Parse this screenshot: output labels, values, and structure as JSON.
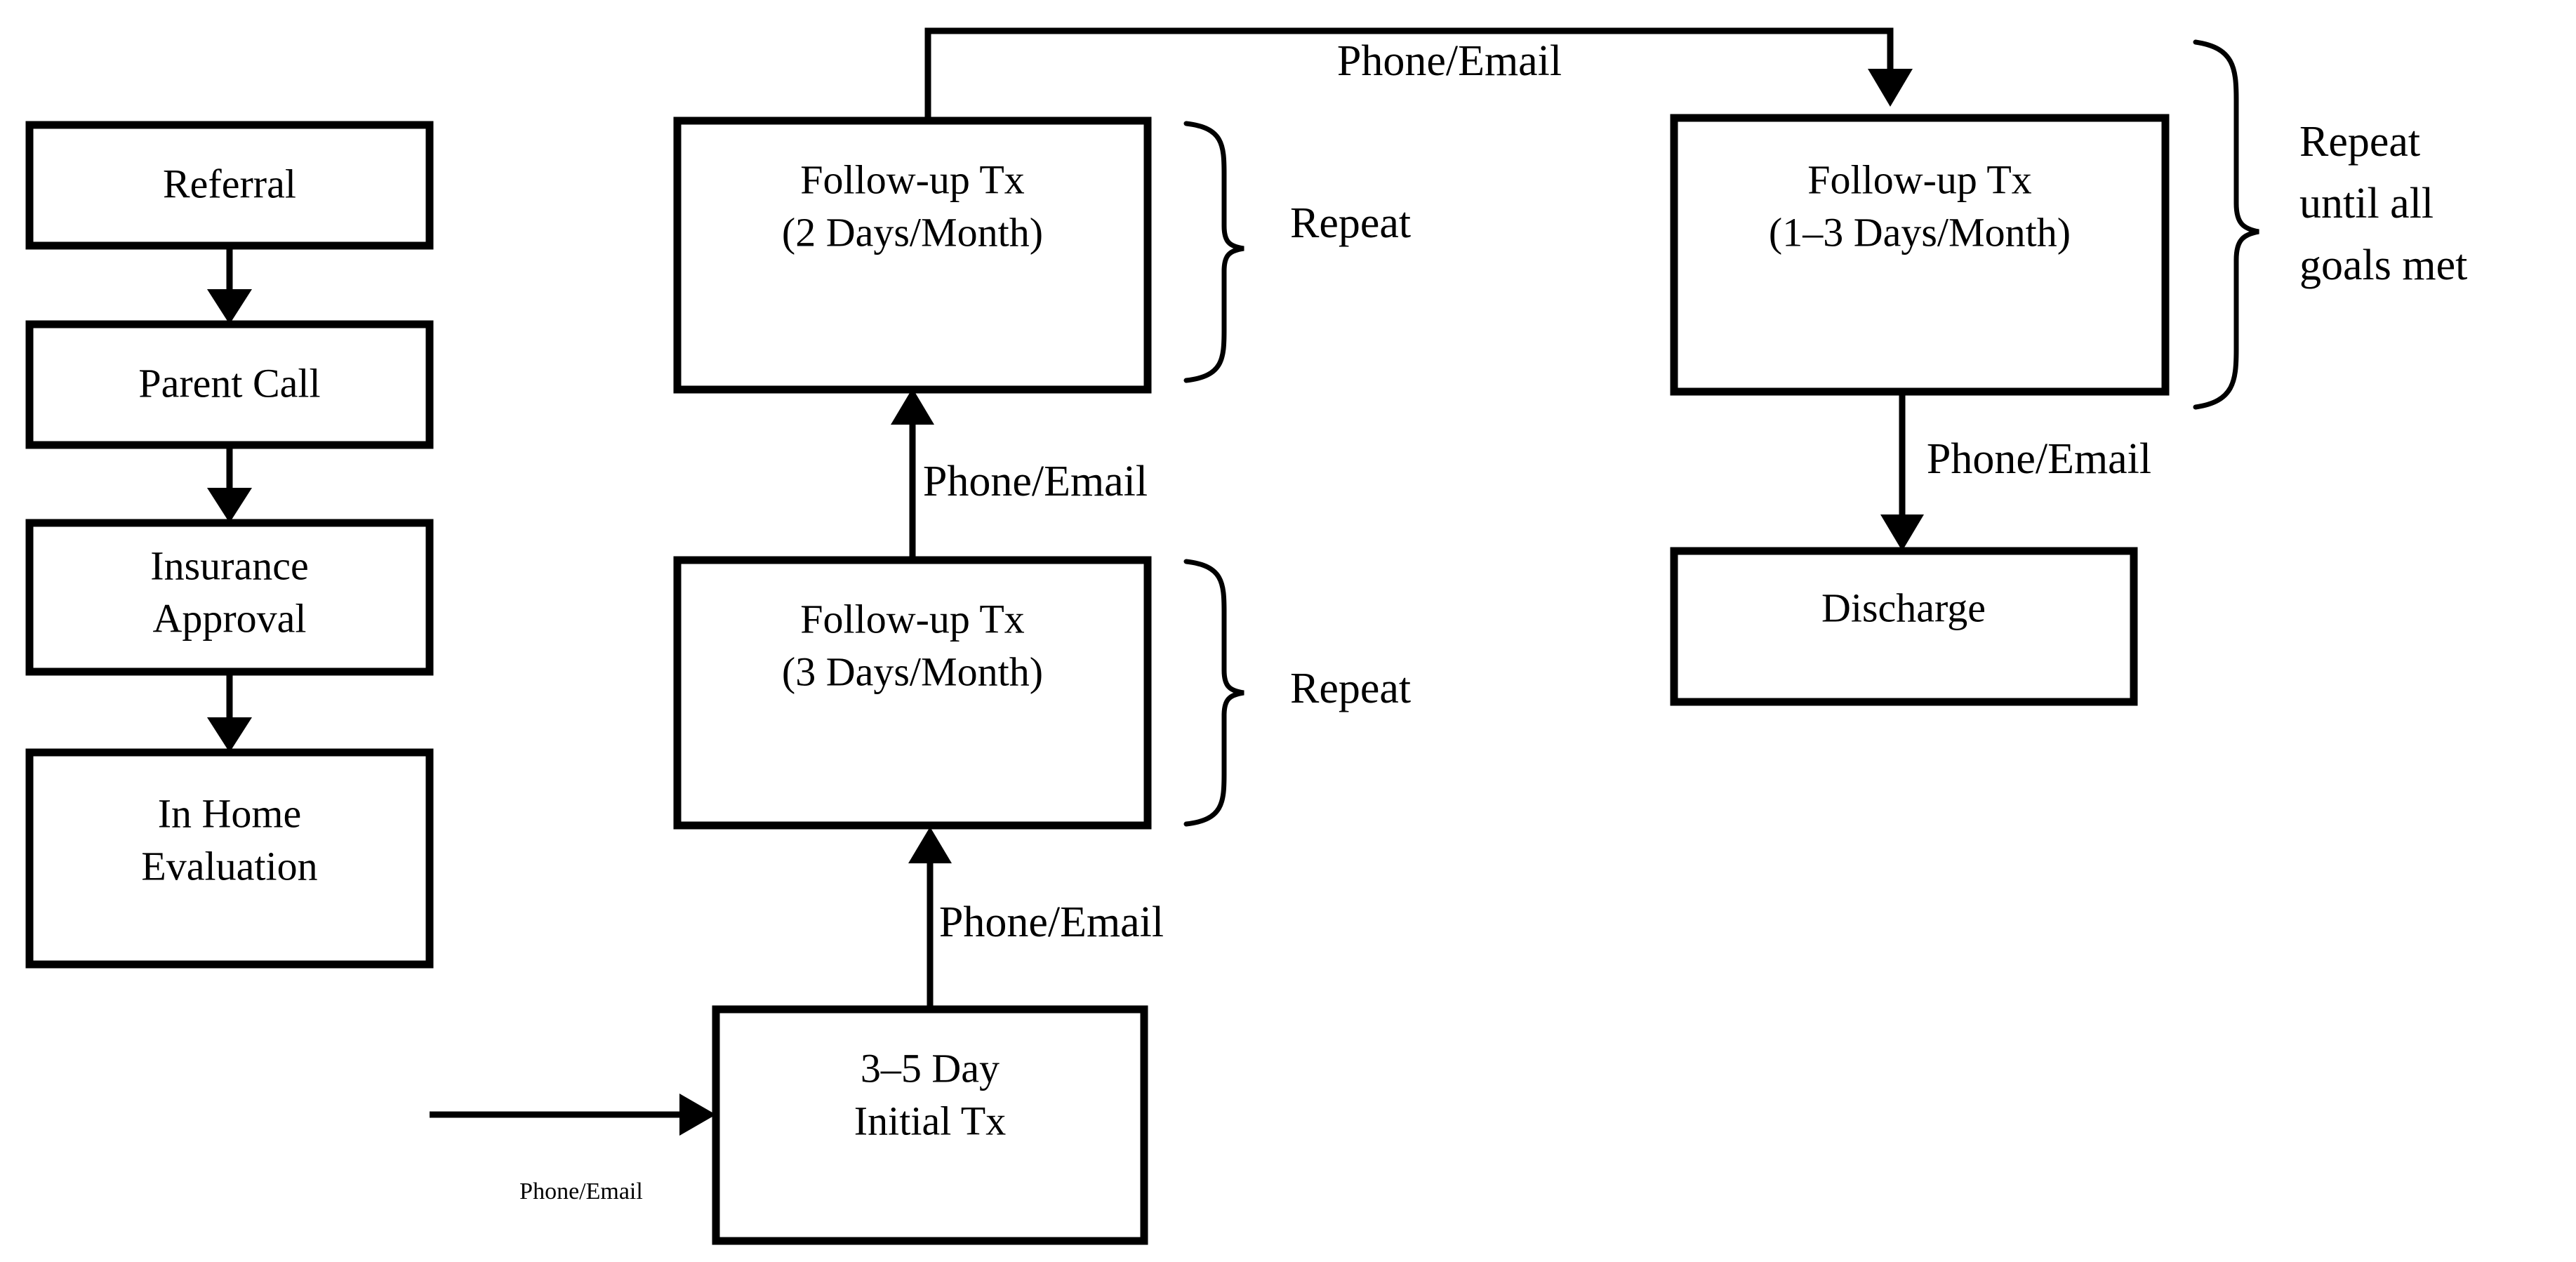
{
  "diagram": {
    "title": "Care pathway flowchart",
    "background": "#ffffff",
    "stroke_color": "#000000",
    "nodes": {
      "referral": {
        "label": "Referral",
        "lines": [
          "Referral"
        ]
      },
      "parent_call": {
        "label": "Parent Call",
        "lines": [
          "Parent Call"
        ]
      },
      "insurance_approval": {
        "label": "Insurance Approval",
        "lines": [
          "Insurance",
          "Approval"
        ]
      },
      "in_home_evaluation": {
        "label": "In Home Evaluation",
        "lines": [
          "In Home",
          "Evaluation"
        ]
      },
      "initial_tx": {
        "label": "3–5 Day Initial Tx",
        "lines": [
          "3–5 Day",
          "Initial Tx"
        ]
      },
      "followup_3day": {
        "label": "Follow-up Tx (3 Days/Month)",
        "lines": [
          "Follow-up Tx",
          "(3 Days/Month)"
        ]
      },
      "followup_2day": {
        "label": "Follow-up Tx (2 Days/Month)",
        "lines": [
          "Follow-up Tx",
          "(2 Days/Month)"
        ]
      },
      "followup_13day": {
        "label": "Follow-up Tx (1–3 Days/Month)",
        "lines": [
          "Follow-up Tx",
          "(1–3 Days/Month)"
        ]
      },
      "discharge": {
        "label": "Discharge",
        "lines": [
          "Discharge"
        ]
      }
    },
    "edge_labels": {
      "eval_to_initial": "Phone/Email",
      "initial_to_followup3": "Phone/Email",
      "followup3_to_followup2": "Phone/Email",
      "followup2_to_followup13": "Phone/Email",
      "followup13_to_discharge": "Phone/Email"
    },
    "brace_labels": {
      "followup3_repeat": "Repeat",
      "followup2_repeat": "Repeat",
      "followup13_repeat": {
        "lines": [
          "Repeat",
          "until all",
          "goals met"
        ]
      }
    }
  }
}
